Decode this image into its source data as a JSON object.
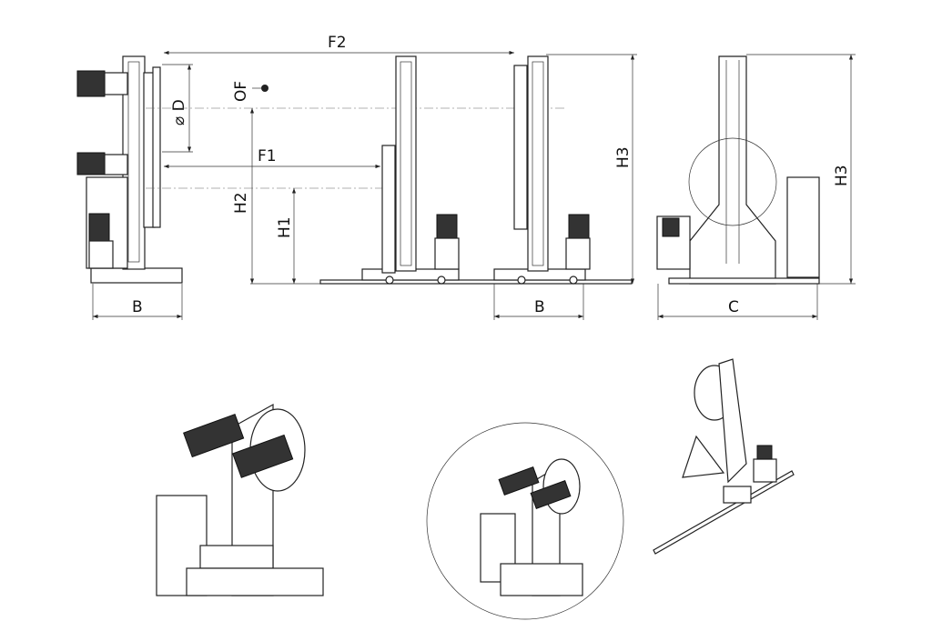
{
  "dimensions": {
    "F2": "F2",
    "D": "⌀ D",
    "OF": "OF",
    "F1": "F1",
    "H2": "H2",
    "H1": "H1",
    "H3_side": "H3",
    "H3_front": "H3",
    "B_left": "B",
    "B_right": "B",
    "C": "C"
  }
}
